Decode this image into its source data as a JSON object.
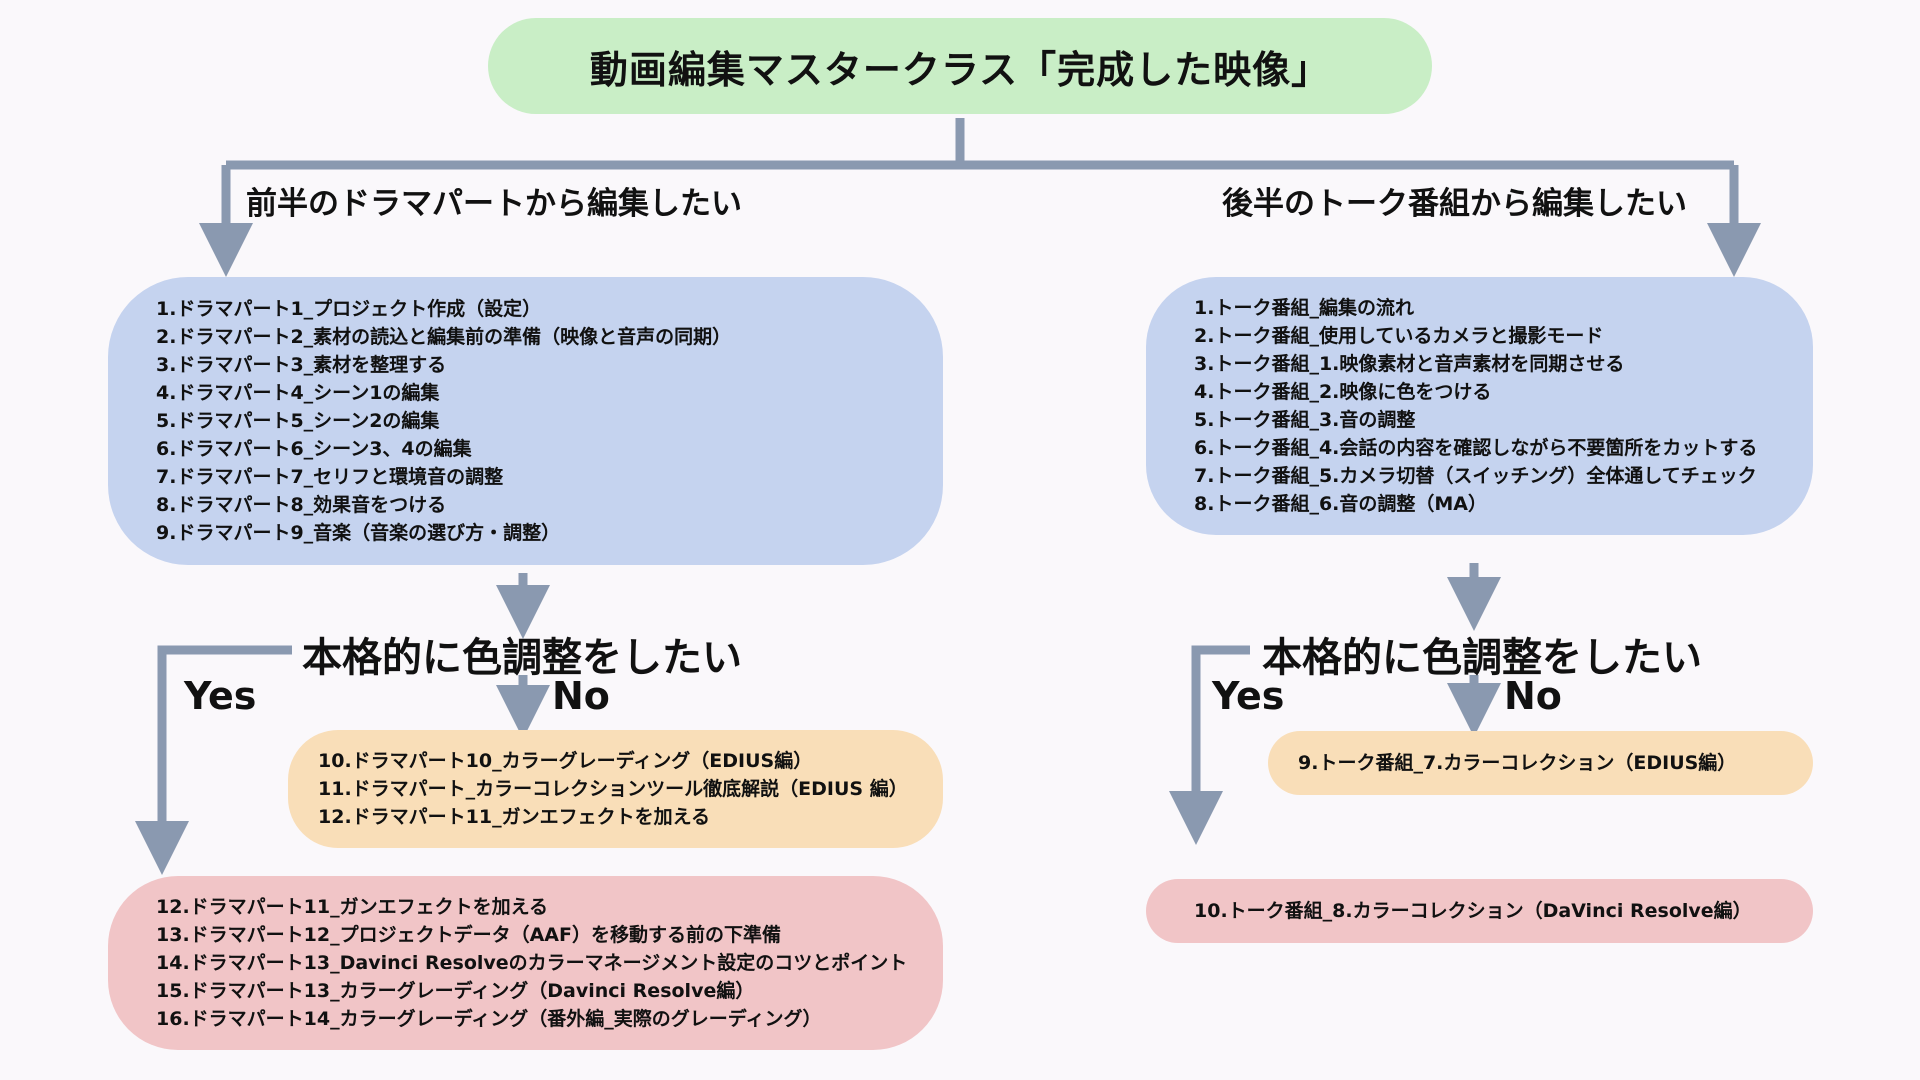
{
  "title": "動画編集マスタークラス「完成した映像」",
  "left": {
    "branch_label": "前半のドラマパートから編集したい",
    "main_items": [
      "1.ドラマパート1_プロジェクト作成（設定）",
      "2.ドラマパート2_素材の読込と編集前の準備（映像と音声の同期）",
      "3.ドラマパート3_素材を整理する",
      "4.ドラマパート4_シーン1の編集",
      "5.ドラマパート5_シーン2の編集",
      "6.ドラマパート6_シーン3、4の編集",
      "7.ドラマパート7_セリフと環境音の調整",
      "8.ドラマパート8_効果音をつける",
      "9.ドラマパート9_音楽（音楽の選び方・調整）"
    ],
    "question": "本格的に色調整をしたい",
    "yes_label": "Yes",
    "no_label": "No",
    "no_items": [
      "10.ドラマパート10_カラーグレーディング（EDIUS編）",
      "11.ドラマパート_カラーコレクションツール徹底解説（EDIUS 編）",
      "12.ドラマパート11_ガンエフェクトを加える"
    ],
    "yes_items": [
      "12.ドラマパート11_ガンエフェクトを加える",
      "13.ドラマパート12_プロジェクトデータ（AAF）を移動する前の下準備",
      "14.ドラマパート13_Davinci Resolveのカラーマネージメント設定のコツとポイント",
      "15.ドラマパート13_カラーグレーディング（Davinci Resolve編）",
      "16.ドラマパート14_カラーグレーディング（番外編_実際のグレーディング）"
    ]
  },
  "right": {
    "branch_label": "後半のトーク番組から編集したい",
    "main_items": [
      "1.トーク番組_編集の流れ",
      "2.トーク番組_使用しているカメラと撮影モード",
      "3.トーク番組_1.映像素材と音声素材を同期させる",
      "4.トーク番組_2.映像に色をつける",
      "5.トーク番組_3.音の調整",
      "6.トーク番組_4.会話の内容を確認しながら不要箇所をカットする",
      "7.トーク番組_5.カメラ切替（スイッチング）全体通してチェック",
      "8.トーク番組_6.音の調整（MA）"
    ],
    "question": "本格的に色調整をしたい",
    "yes_label": "Yes",
    "no_label": "No",
    "no_items": [
      "9.トーク番組_7.カラーコレクション（EDIUS編）"
    ],
    "yes_items": [
      "10.トーク番組_8.カラーコレクション（DaVinci Resolve編）"
    ]
  },
  "colors": {
    "title_box": "#c9eec6",
    "main_box": "#c5d3ef",
    "no_box": "#f9deb8",
    "yes_box": "#f1c5c7",
    "connector": "#8a99b0"
  }
}
